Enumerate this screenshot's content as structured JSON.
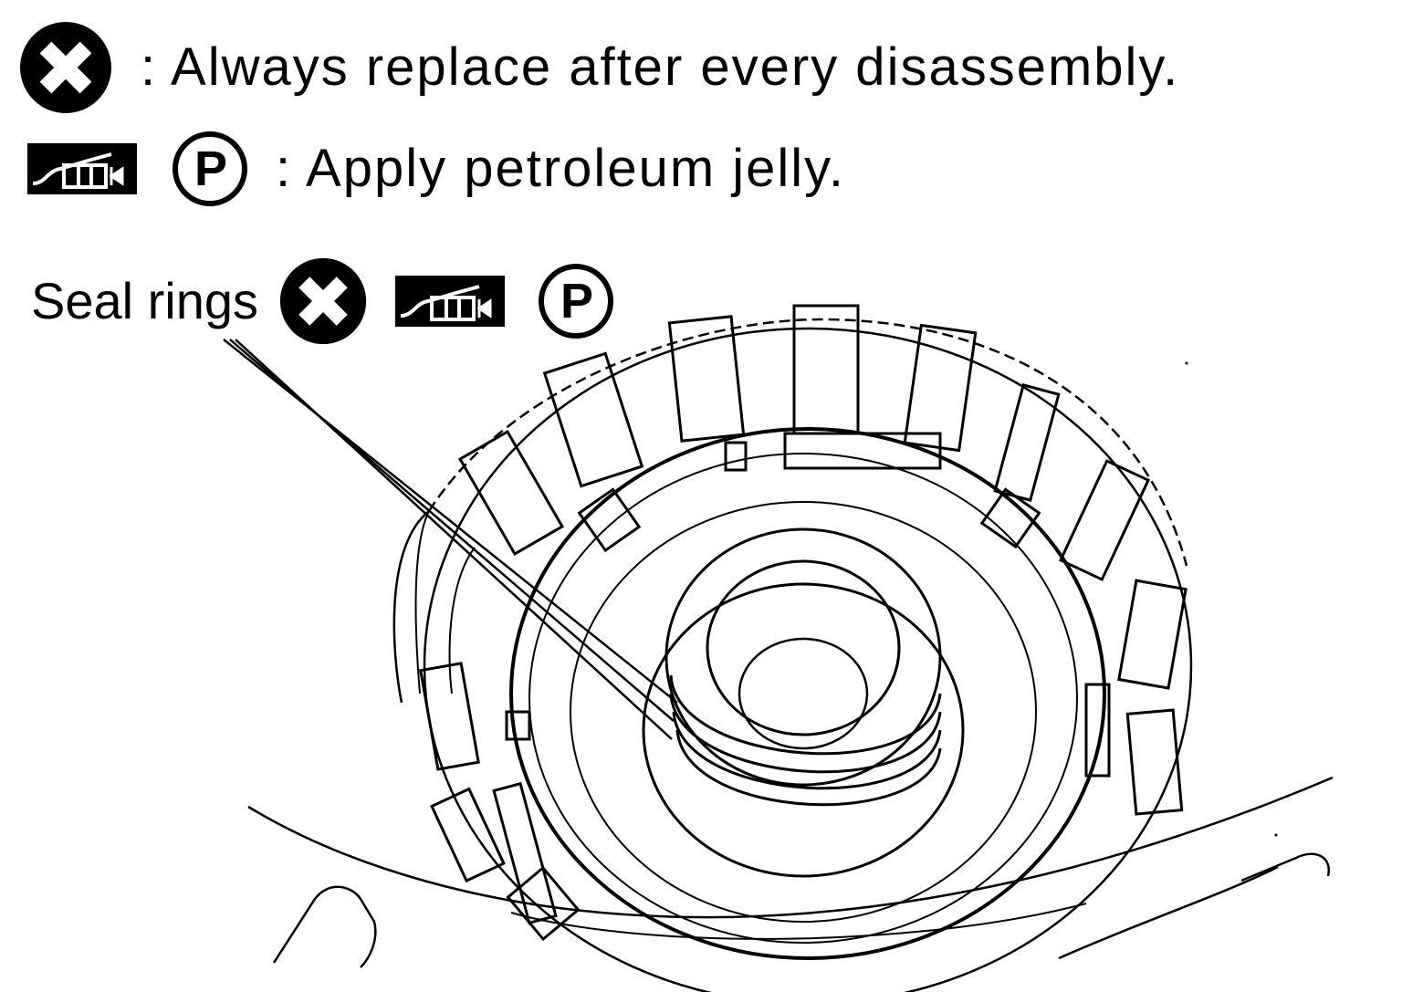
{
  "legend": {
    "replace_text": ": Always replace after every disassembly.",
    "petroleum_text": ": Apply petroleum jelly.",
    "replace_icon": "circled-x-icon",
    "grease_gun_icon": "grease-gun-icon",
    "petroleum_icon": "circled-p-icon",
    "petroleum_symbol": "P"
  },
  "callout": {
    "label": "Seal rings"
  },
  "colors": {
    "ink": "#000000",
    "paper": "#ffffff"
  }
}
